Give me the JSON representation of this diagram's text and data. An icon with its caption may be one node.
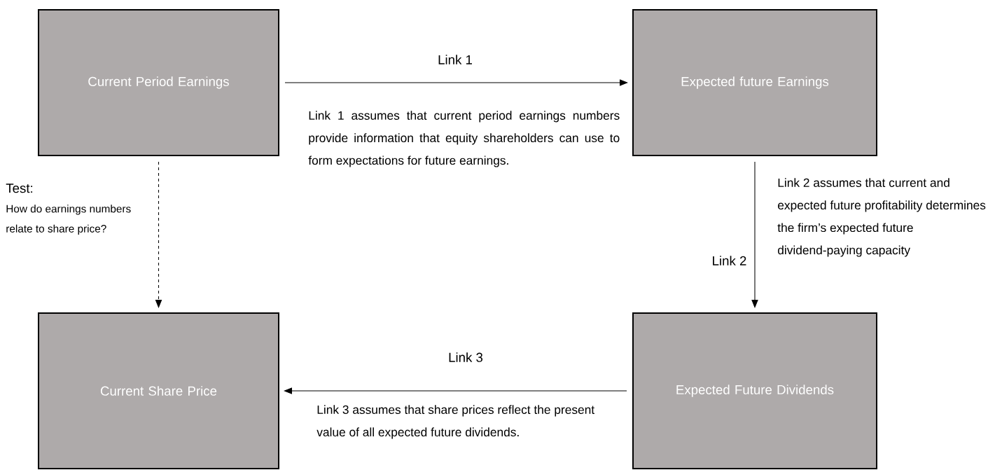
{
  "diagram": {
    "nodes": [
      {
        "text": [
          "Current Period Earnings"
        ]
      },
      {
        "text": [
          "Expected future Earnings"
        ]
      },
      {
        "text": [
          "Current Share Price"
        ]
      },
      {
        "text": [
          "Expected Future Dividends"
        ]
      }
    ],
    "edges": [
      {
        "from": 0,
        "to": 1,
        "arrow": "to",
        "label": "Link 1"
      },
      {
        "from": 1,
        "to": 3,
        "arrow": "to",
        "label": "Link 2"
      },
      {
        "from": 3,
        "to": 2,
        "arrow": "to",
        "label": "Link 3"
      },
      {
        "from": 0,
        "to": 2,
        "arrow": "to",
        "style": "dashed"
      }
    ],
    "labels": [
      "Link 1 assumes that current period earnings numbers provide information that equity shareholders can use to form expectations for future earnings.",
      "Test:",
      "How do earnings numbers relate to share price?",
      "Link 2 assumes that current and expected future profitability determines the firm’s expected future dividend-paying capacity",
      "Link 3 assumes that share prices reflect the present value of all expected future dividends."
    ]
  }
}
